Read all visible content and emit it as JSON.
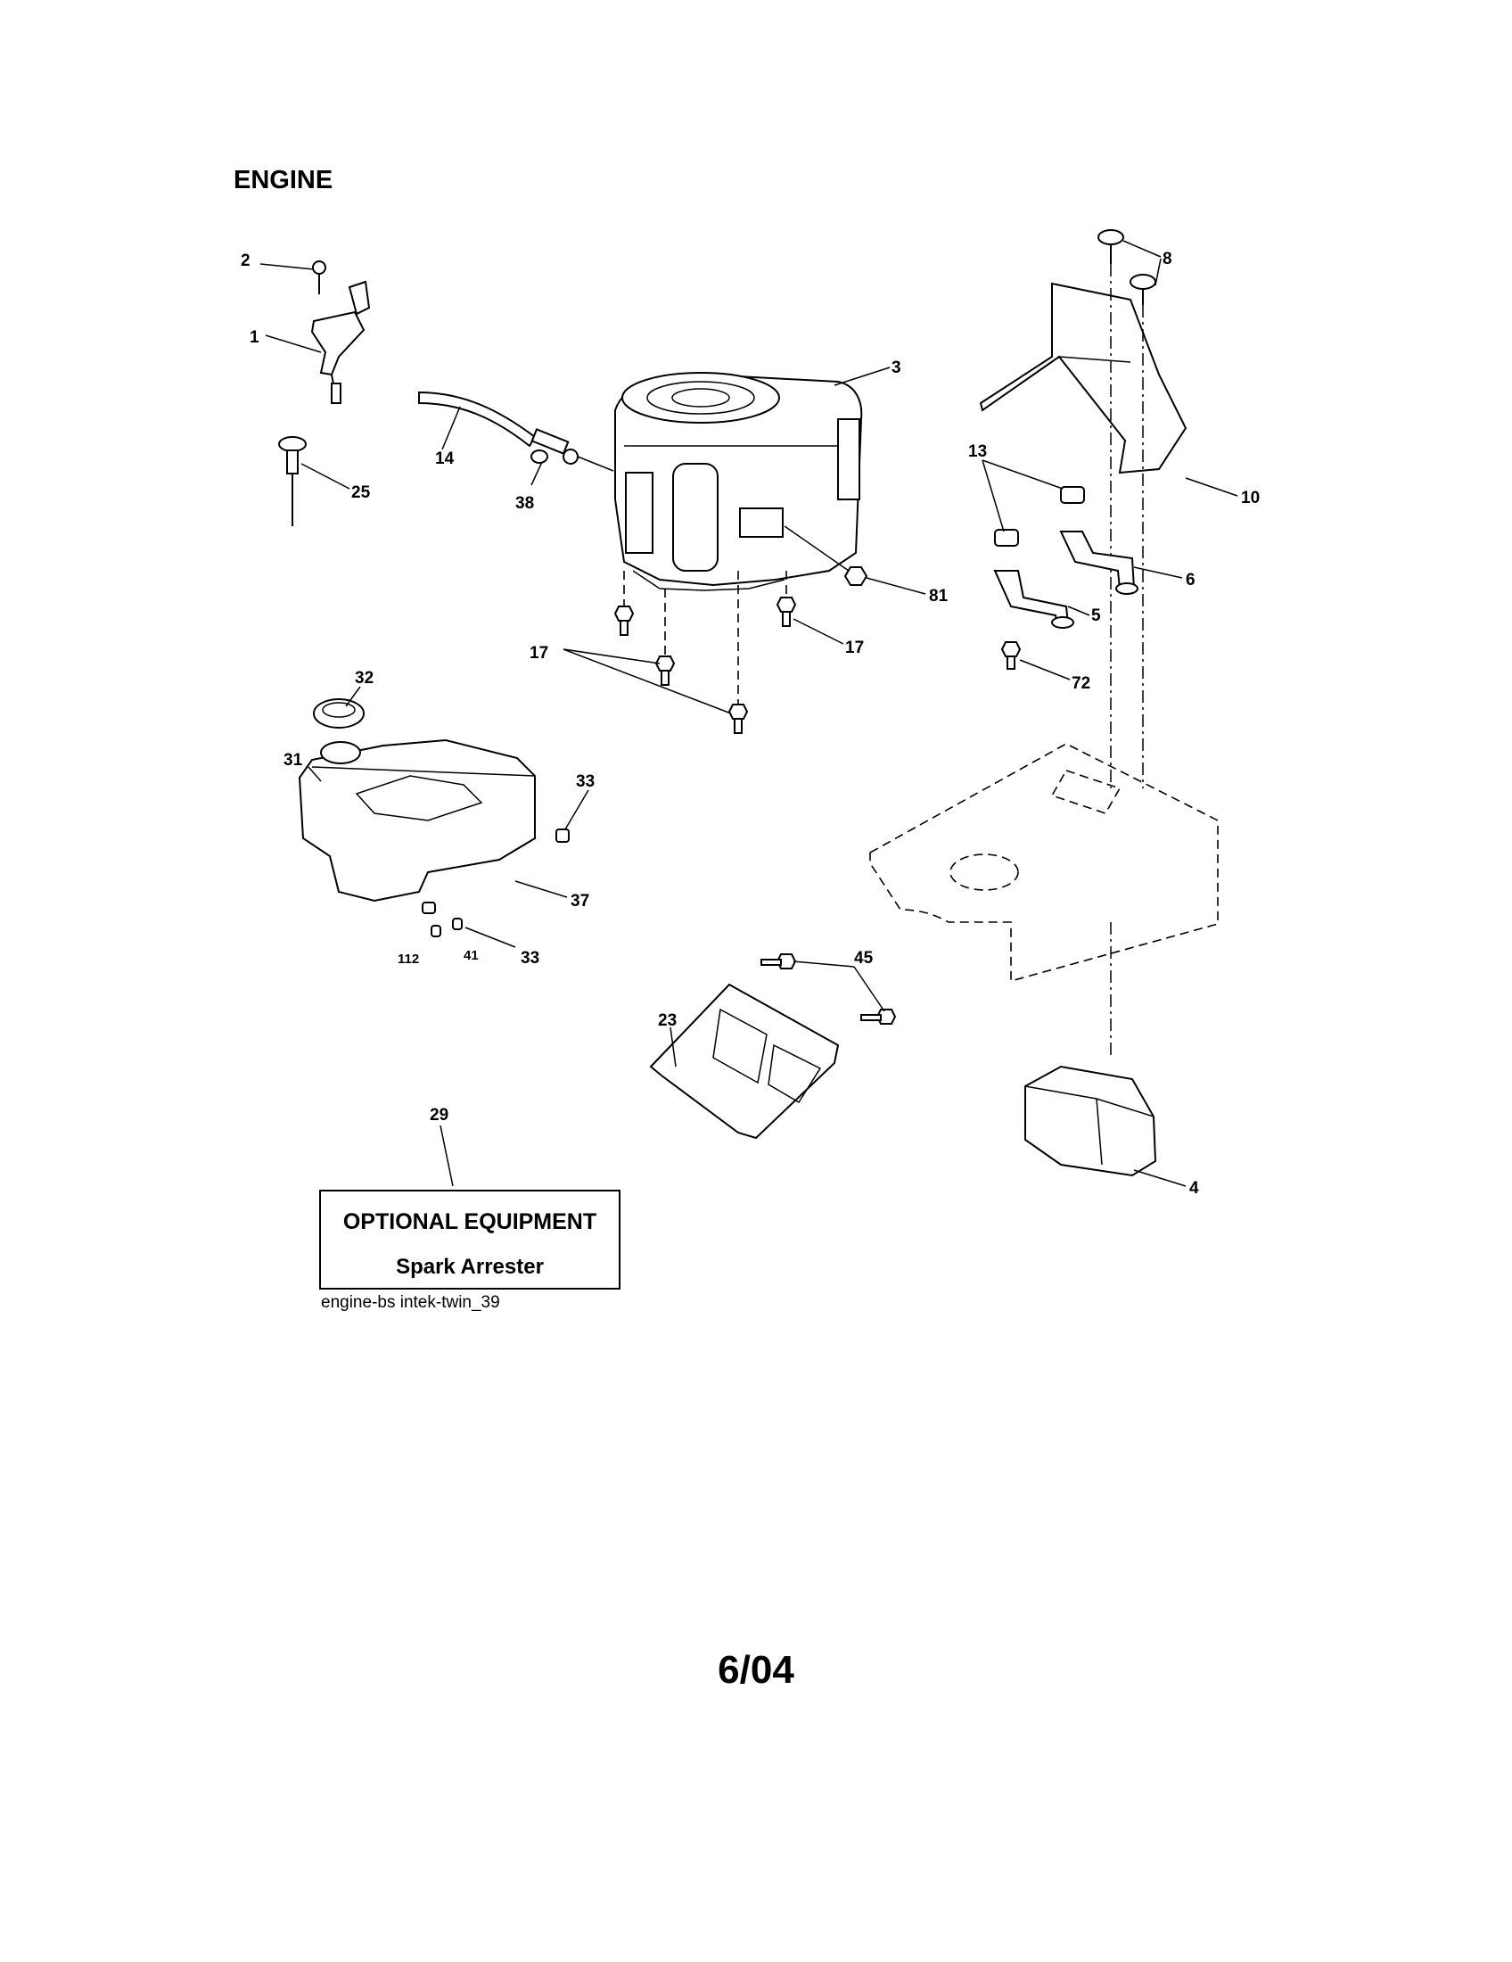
{
  "page": {
    "title": "ENGINE",
    "page_number": "6/04",
    "reference_code": "engine-bs intek-twin_39"
  },
  "optional_equipment": {
    "title": "OPTIONAL EQUIPMENT",
    "item": "Spark Arrester"
  },
  "callouts": {
    "c1": "1",
    "c2": "2",
    "c3": "3",
    "c4": "4",
    "c5": "5",
    "c6": "6",
    "c8": "8",
    "c10": "10",
    "c13": "13",
    "c14": "14",
    "c17a": "17",
    "c17b": "17",
    "c23": "23",
    "c25": "25",
    "c29": "29",
    "c31": "31",
    "c32": "32",
    "c33a": "33",
    "c33b": "33",
    "c37": "37",
    "c38": "38",
    "c41": "41",
    "c45": "45",
    "c72": "72",
    "c81": "81",
    "c112": "112"
  }
}
